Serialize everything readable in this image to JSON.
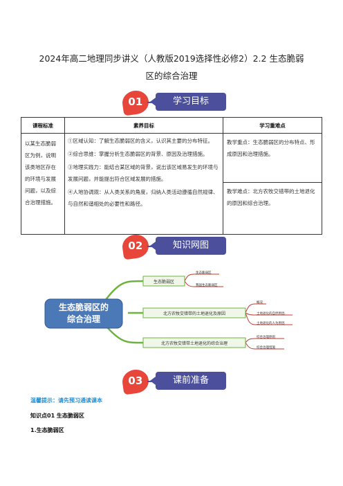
{
  "doc": {
    "title_line1": "2024年高二地理同步讲义（人教版2019选择性必修2）2.2 生态脆弱",
    "title_line2": "区的综合治理"
  },
  "sections": [
    {
      "num": "01",
      "label": "学习目标"
    },
    {
      "num": "02",
      "label": "知识网图"
    },
    {
      "num": "03",
      "label": "课前准备"
    }
  ],
  "goals_table": {
    "headers": [
      "课程标准",
      "素养目标",
      "学习重难点"
    ],
    "standard": "以某生态脆弱区为例，说明该类地区存在的环境与发展问题，以及综合治理措施。",
    "literacy": [
      "①区域认知：了解生态脆弱区的含义，认识其主要的分布特征。",
      "②综合思维：掌握分析生态脆弱区的背景、原因及治理措施。",
      "③地理实践力：能结合某区域的背景，说出该区域易发生的环境与发展问题，并能提出符合区域发展的措施。",
      "④人地协调观：从人类关系的角度，归纳人类活动遵循自然规律、与自然和谐相处的必要性和路径。"
    ],
    "key_point": "教学重点：生态脆弱区的分布特点、形成原因和治理措施。",
    "difficult_point": "教学难点：北方农牧交错带的土地退化的原因和综合治理。"
  },
  "mindmap": {
    "center": [
      "生态脆弱区的",
      "综合治理"
    ],
    "branches": [
      {
        "label": "生态脆弱区",
        "leaves": [
          "生态脆弱区",
          "我国生态脆弱区"
        ]
      },
      {
        "label": "北方农牧交错带的土地退化及原因",
        "leaves": [
          "概况",
          "土地退化的自然原因",
          "土地退化的人为原因"
        ]
      },
      {
        "label": "北方农牧交错带土地退化的综合治理",
        "leaves": [
          "综合治理原则",
          "综合治理措施"
        ]
      }
    ],
    "colors": {
      "center_fill": "#4b79b8",
      "branch_line": "#6cb33e",
      "leaf_line": "#c0392b"
    }
  },
  "prep": {
    "hint": "温馨提示：请先预习通读课本",
    "knowledge_point": "知识点01 生态脆弱区",
    "sub": "1.生态脆弱区"
  }
}
